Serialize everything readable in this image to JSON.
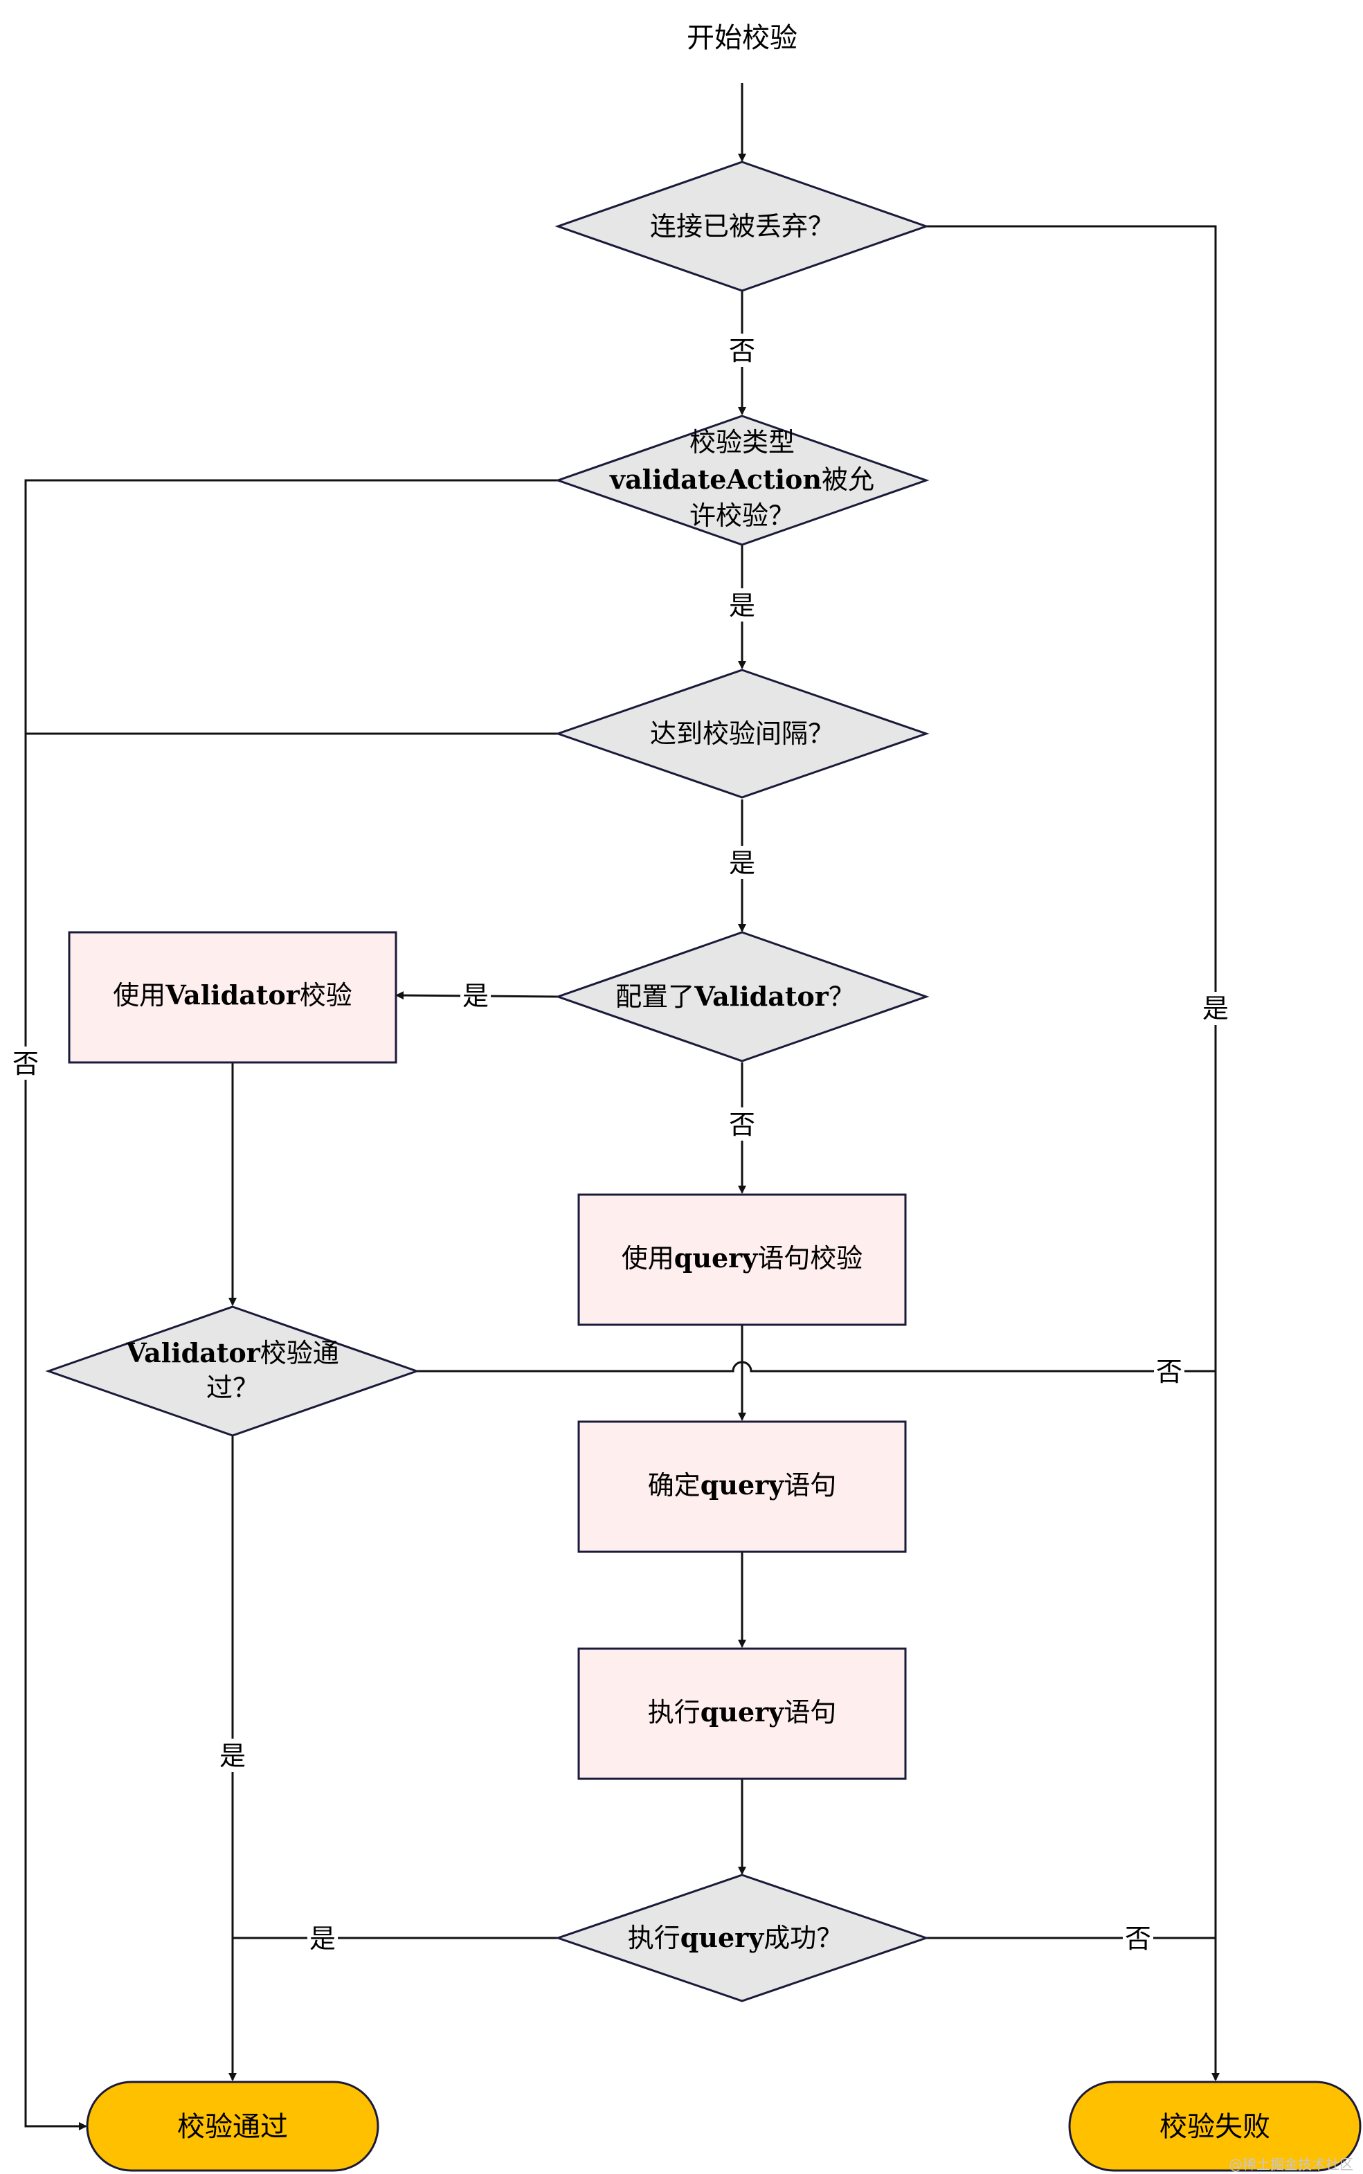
{
  "start_label": "开始校验",
  "nodes": {
    "discarded": {
      "text": "连接已被丢弃？"
    },
    "validate_action": {
      "line1": "校验类型",
      "line2_bold": "validateAction",
      "line2_rest": "被允",
      "line3": "许校验？"
    },
    "interval": {
      "text": "达到校验间隔？"
    },
    "has_validator": {
      "pre": "配置了",
      "bold": "Validator",
      "post": "？"
    },
    "use_validator": {
      "pre": "使用",
      "bold": "Validator",
      "post": "校验"
    },
    "validator_pass": {
      "line1_bold": "Validator",
      "line1_rest": "校验通",
      "line2": "过？"
    },
    "use_query": {
      "pre": "使用",
      "bold": "query",
      "post": "语句校验"
    },
    "determine_query": {
      "pre": "确定",
      "bold": "query",
      "post": "语句"
    },
    "execute_query": {
      "pre": "执行",
      "bold": "query",
      "post": "语句"
    },
    "query_success": {
      "pre": "执行",
      "bold": "query",
      "post": "成功？"
    },
    "pass": {
      "text": "校验通过"
    },
    "fail": {
      "text": "校验失败"
    }
  },
  "edge_labels": {
    "discarded_no": "否",
    "discarded_yes": "是",
    "action_yes": "是",
    "action_no": "否",
    "interval_yes": "是",
    "validator_cfg_yes": "是",
    "validator_cfg_no": "否",
    "validator_pass_yes": "是",
    "validator_pass_no": "否",
    "query_yes": "是",
    "query_no": "否"
  },
  "colors": {
    "diamond_fill": "#e6e6e6",
    "process_fill": "#ffeeee",
    "terminal_fill": "#ffc000",
    "stroke": "#1a1a3a"
  },
  "watermark": "@稀土掘金技术社区"
}
